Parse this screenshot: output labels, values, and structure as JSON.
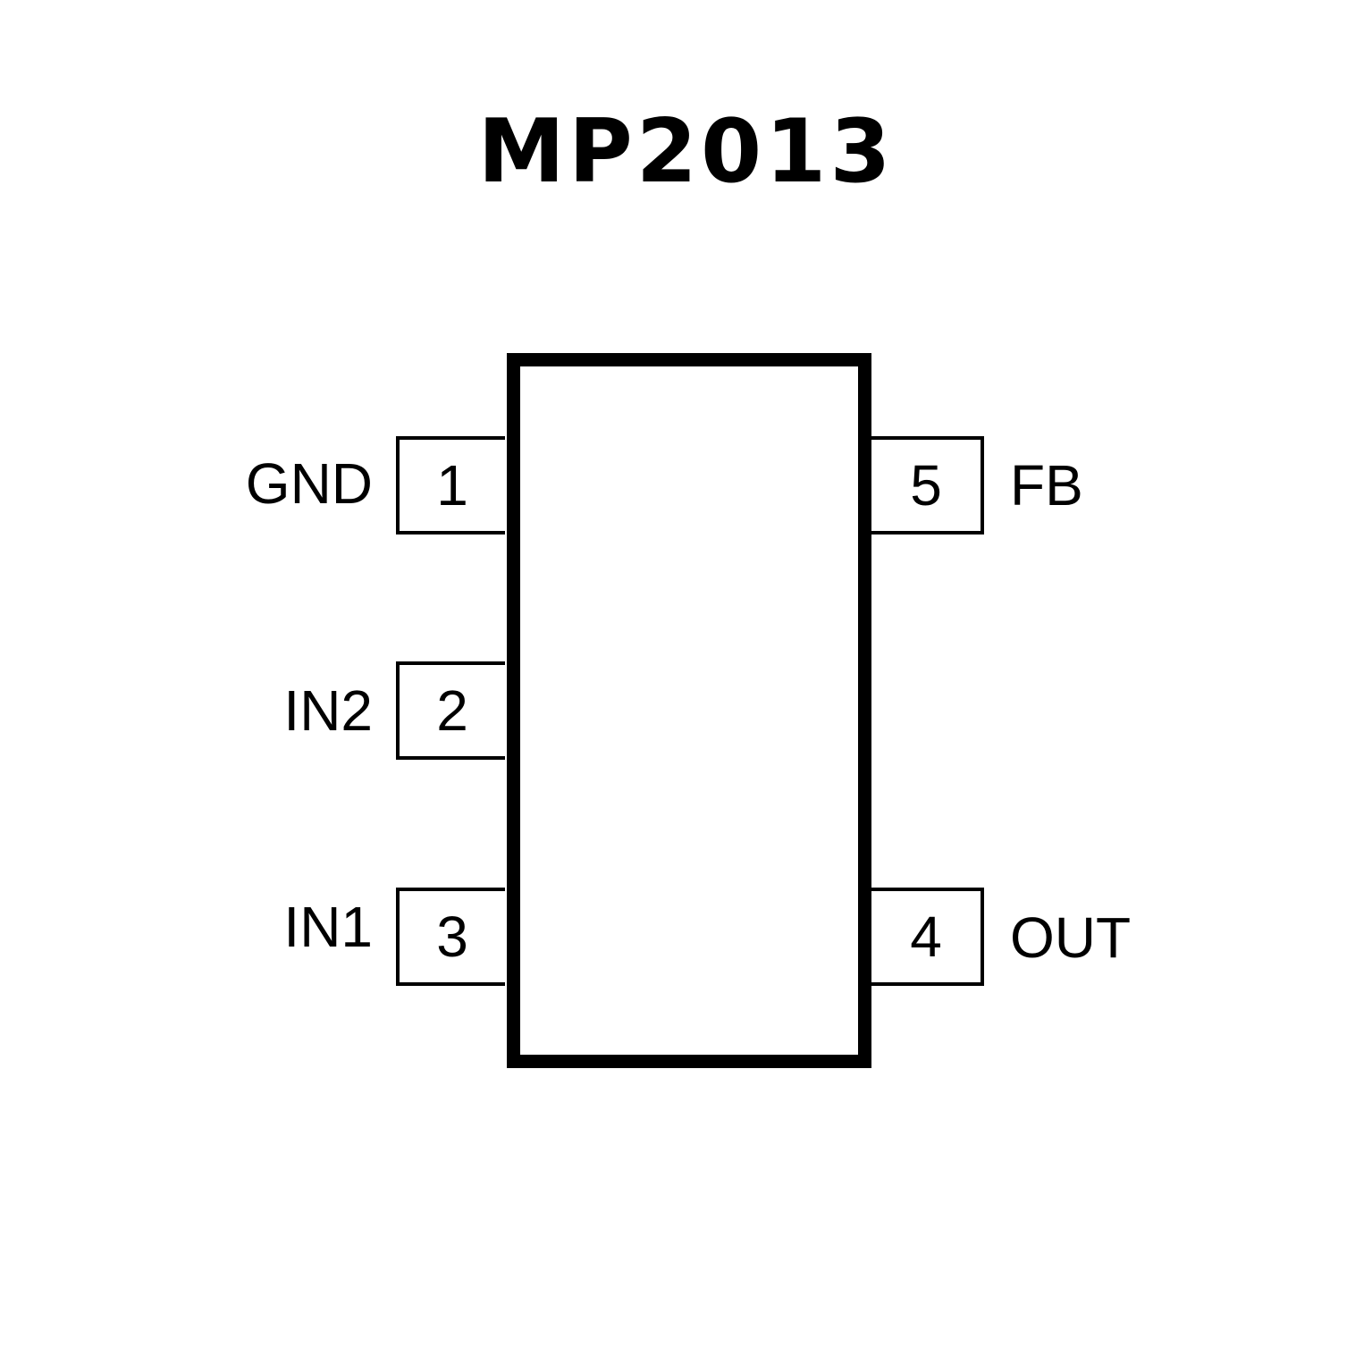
{
  "title": "MP2013",
  "pins": [
    {
      "number": "1",
      "name": "GND"
    },
    {
      "number": "2",
      "name": "IN2"
    },
    {
      "number": "3",
      "name": "IN1"
    },
    {
      "number": "4",
      "name": "OUT"
    },
    {
      "number": "5",
      "name": "FB"
    }
  ]
}
